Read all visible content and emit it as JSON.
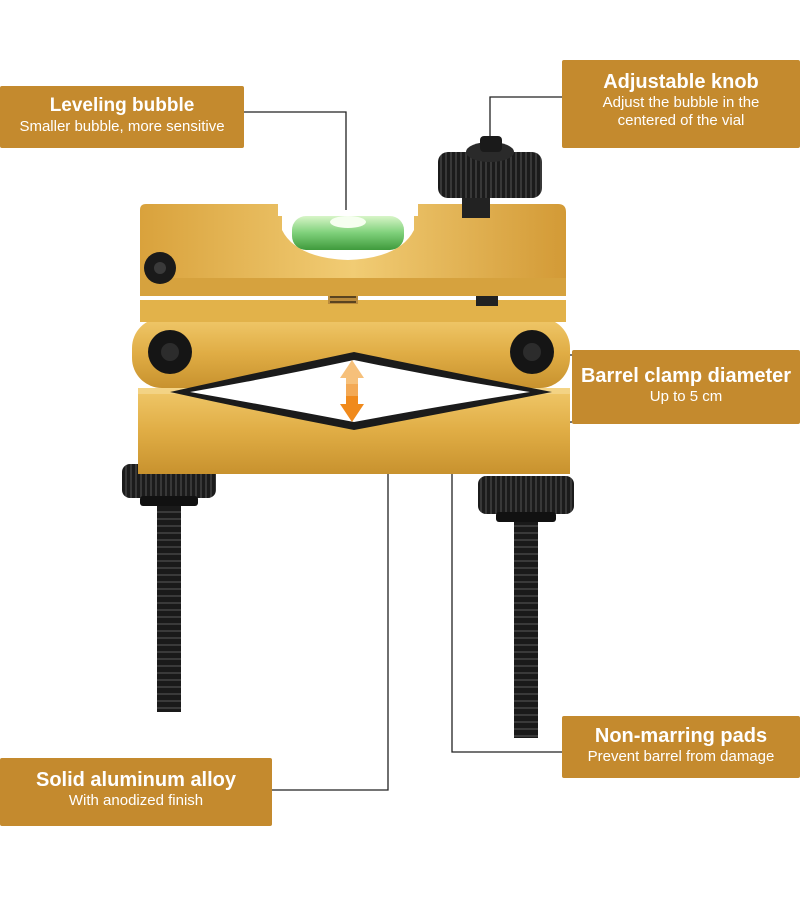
{
  "labels": {
    "leveling": {
      "title": "Leveling bubble",
      "subtitle": "Smaller bubble, more sensitive"
    },
    "knob": {
      "title": "Adjustable knob",
      "subtitle_line1": "Adjust the bubble in the",
      "subtitle_line2": "centered of the vial"
    },
    "clamp": {
      "title": "Barrel clamp diameter",
      "subtitle": "Up to 5 cm"
    },
    "pads": {
      "title": "Non-marring pads",
      "subtitle": "Prevent barrel from damage"
    },
    "alloy": {
      "title": "Solid aluminum alloy",
      "subtitle": "With anodized finish"
    }
  },
  "colors": {
    "label_bg": "#c48a2e",
    "body_gold": "#e2b24a",
    "bubble_green": "#7ed07a",
    "arrow_orange": "#f08a1c",
    "hardware_black": "#1c1c1c"
  }
}
